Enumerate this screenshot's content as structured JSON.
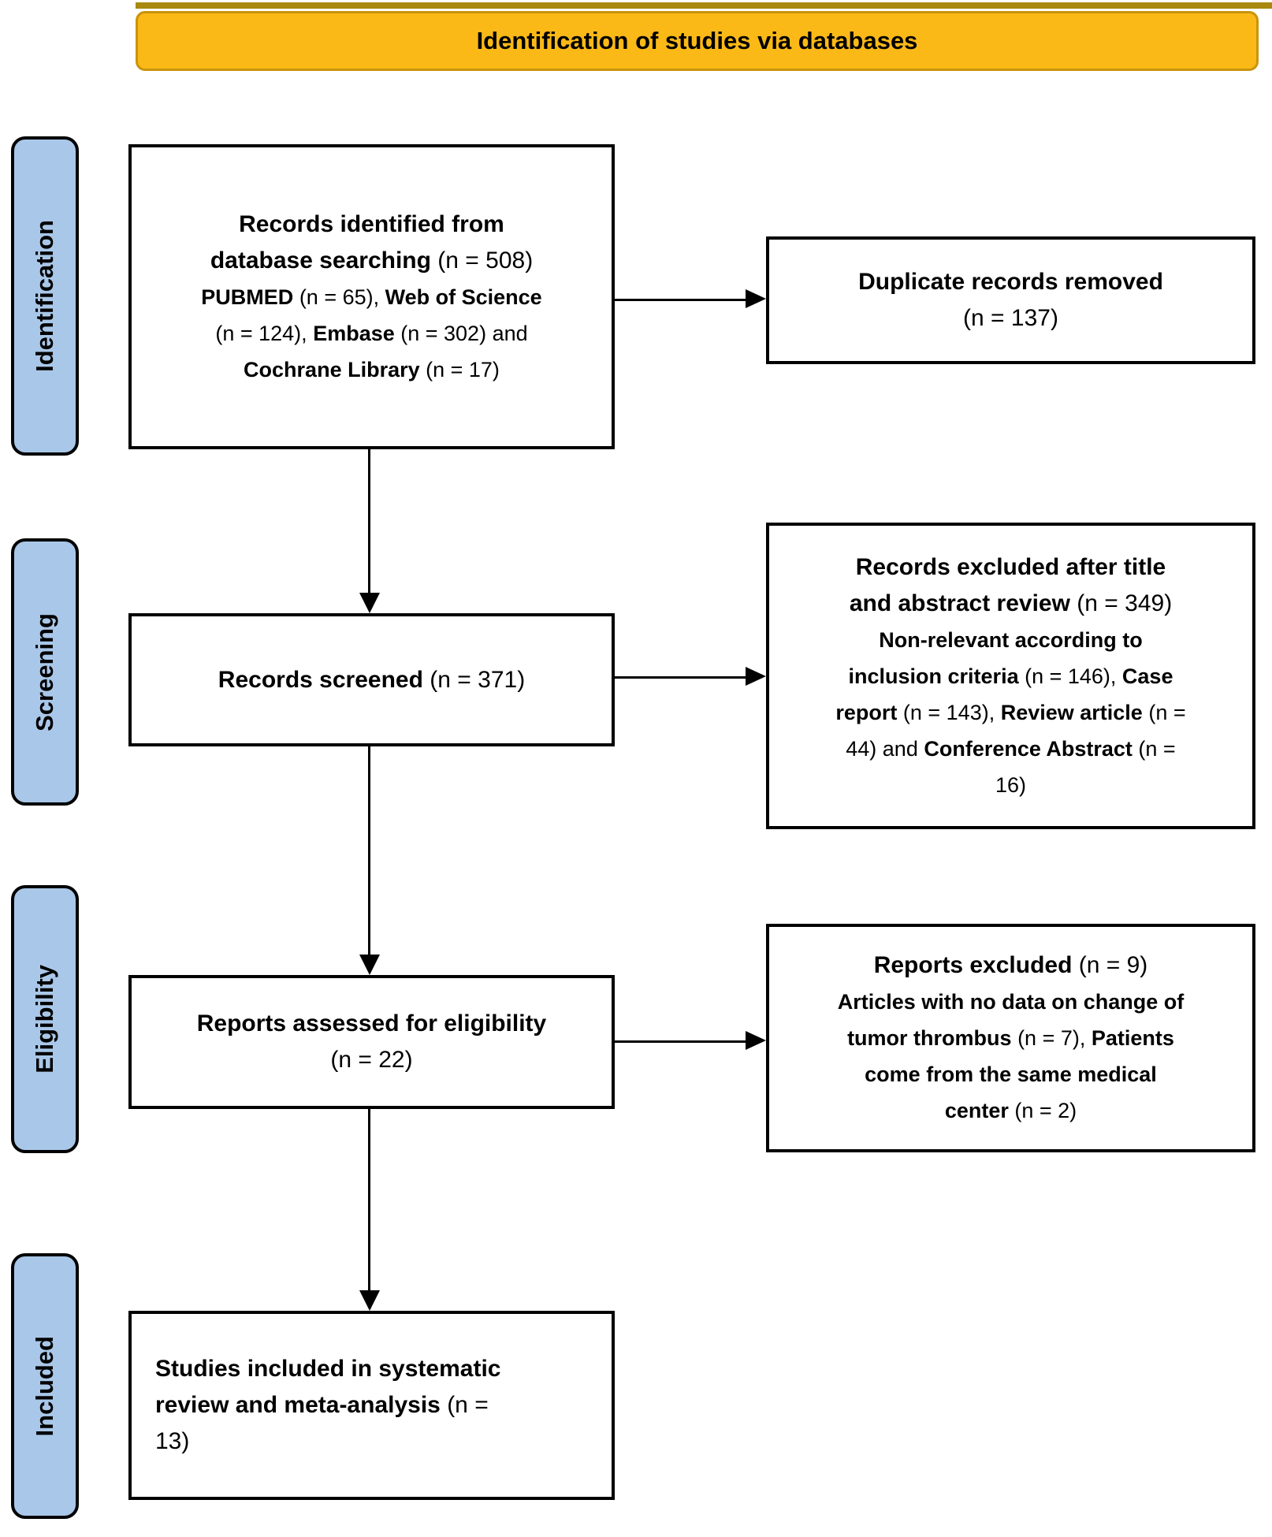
{
  "banner": {
    "title": "Identification of studies via databases"
  },
  "stages": [
    {
      "label": "Identification"
    },
    {
      "label": "Screening"
    },
    {
      "label": "Eligibility"
    },
    {
      "label": "Included"
    }
  ],
  "boxes": {
    "identified": {
      "title_lines": [
        [
          {
            "t": "Records identified from",
            "b": 1
          }
        ],
        [
          {
            "t": "database searching",
            "b": 1
          },
          {
            "t": " (n = 508)",
            "b": 0
          }
        ]
      ],
      "detail_lines": [
        [
          {
            "t": "PUBMED",
            "b": 1
          },
          {
            "t": " (n = 65), ",
            "b": 0
          },
          {
            "t": "Web of Science",
            "b": 1
          }
        ],
        [
          {
            "t": "(n = 124), ",
            "b": 0
          },
          {
            "t": "Embase",
            "b": 1
          },
          {
            "t": " (n = 302) and",
            "b": 0
          }
        ],
        [
          {
            "t": "Cochrane Library",
            "b": 1
          },
          {
            "t": " (n = 17)",
            "b": 0
          }
        ]
      ]
    },
    "duplicates_removed": {
      "title_lines": [
        [
          {
            "t": "Duplicate records removed",
            "b": 1
          }
        ],
        [
          {
            "t": "(n = 137)",
            "b": 0
          }
        ]
      ]
    },
    "screened": {
      "title_lines": [
        [
          {
            "t": "Records screened",
            "b": 1
          },
          {
            "t": " (n = 371)",
            "b": 0
          }
        ]
      ]
    },
    "excluded_title_abstract": {
      "title_lines": [
        [
          {
            "t": "Records excluded after title",
            "b": 1
          }
        ],
        [
          {
            "t": "and abstract review",
            "b": 1
          },
          {
            "t": " (n = 349)",
            "b": 0
          }
        ]
      ],
      "detail_lines": [
        [
          {
            "t": "Non-relevant according to",
            "b": 1
          }
        ],
        [
          {
            "t": "inclusion criteria",
            "b": 1
          },
          {
            "t": " (n = 146), ",
            "b": 0
          },
          {
            "t": "Case",
            "b": 1
          }
        ],
        [
          {
            "t": "report",
            "b": 1
          },
          {
            "t": " (n = 143), ",
            "b": 0
          },
          {
            "t": "Review article",
            "b": 1
          },
          {
            "t": " (n =",
            "b": 0
          }
        ],
        [
          {
            "t": "44) and ",
            "b": 0
          },
          {
            "t": "Conference Abstract",
            "b": 1
          },
          {
            "t": " (n =",
            "b": 0
          }
        ],
        [
          {
            "t": "16)",
            "b": 0
          }
        ]
      ]
    },
    "assessed": {
      "title_lines": [
        [
          {
            "t": "Reports assessed for eligibility",
            "b": 1
          }
        ],
        [
          {
            "t": "(n = 22)",
            "b": 0
          }
        ]
      ]
    },
    "reports_excluded": {
      "title_lines": [
        [
          {
            "t": "Reports excluded",
            "b": 1
          },
          {
            "t": " (n = 9)",
            "b": 0
          }
        ]
      ],
      "detail_lines": [
        [
          {
            "t": "Articles with no data on change of",
            "b": 1
          }
        ],
        [
          {
            "t": "tumor thrombus",
            "b": 1
          },
          {
            "t": " (n = 7), ",
            "b": 0
          },
          {
            "t": "Patients",
            "b": 1
          }
        ],
        [
          {
            "t": "come from the same medical",
            "b": 1
          }
        ],
        [
          {
            "t": "center",
            "b": 1
          },
          {
            "t": " (n = 2)",
            "b": 0
          }
        ]
      ]
    },
    "included": {
      "title_lines": [
        [
          {
            "t": "Studies included in systematic",
            "b": 1
          }
        ],
        [
          {
            "t": "review and meta-analysis",
            "b": 1
          },
          {
            "t": " (n =",
            "b": 0
          }
        ],
        [
          {
            "t": "13)",
            "b": 0
          }
        ]
      ]
    }
  },
  "colors": {
    "banner_fill": "#FBB917",
    "banner_border": "#C9940C",
    "top_strip": "#A8880E",
    "stage_fill": "#A9C7E8",
    "box_border": "#000000",
    "arrow": "#000000"
  }
}
